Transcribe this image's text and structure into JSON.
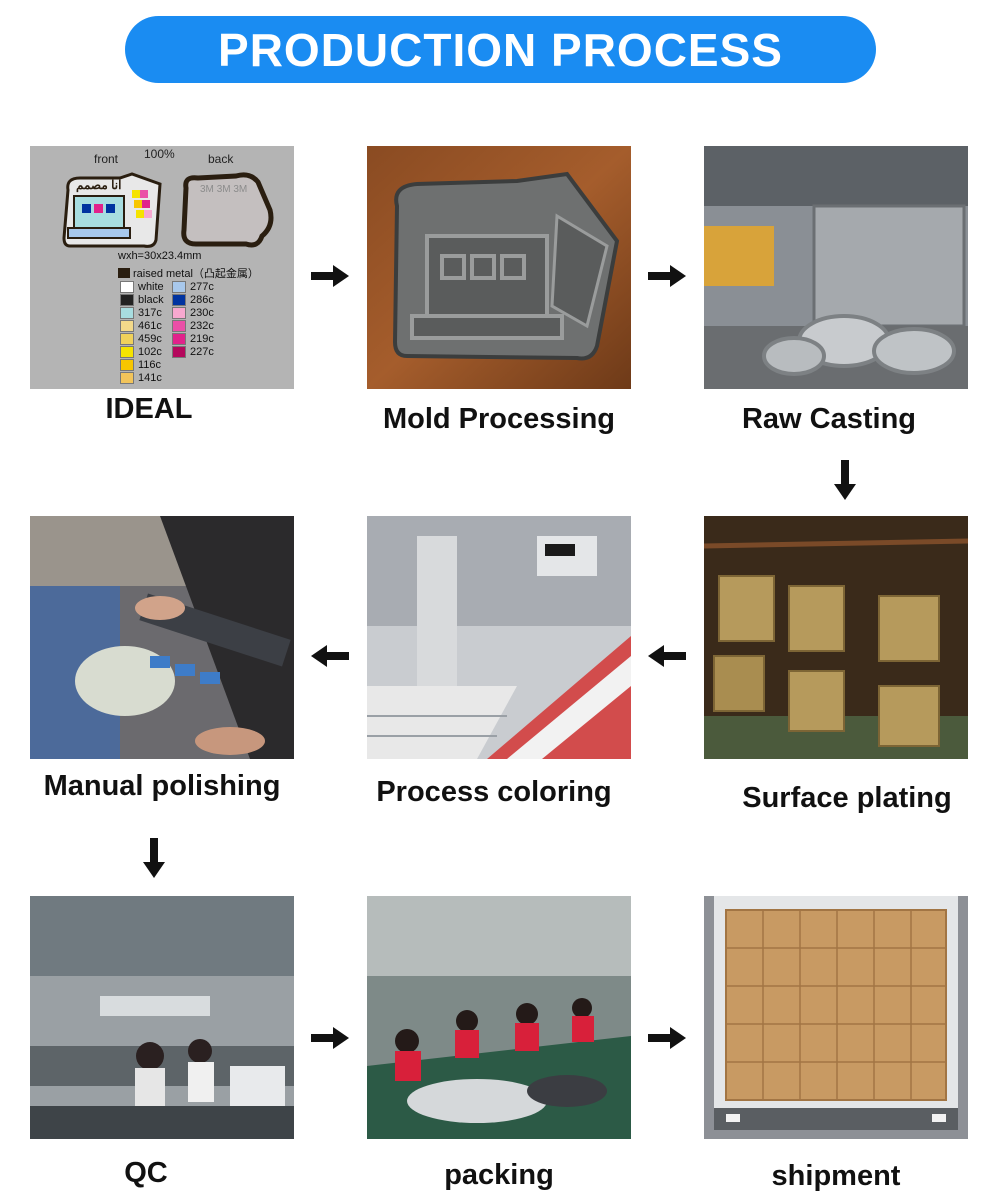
{
  "title": "PRODUCTION PROCESS",
  "steps": [
    {
      "label": "IDEAL"
    },
    {
      "label": "Mold Processing"
    },
    {
      "label": "Raw Casting"
    },
    {
      "label": "Surface plating"
    },
    {
      "label": "Process coloring"
    },
    {
      "label": "Manual polishing"
    },
    {
      "label": "QC"
    },
    {
      "label": "packing"
    },
    {
      "label": "shipment"
    }
  ],
  "design_sheet": {
    "front": "front",
    "percent": "100%",
    "back": "back",
    "brand_text": "أنا مصمم",
    "size": "wxh=30x23.4mm",
    "raised_metal": "raised metal（凸起金属）",
    "colors_left": [
      {
        "name": "white",
        "hex": "#ffffff"
      },
      {
        "name": "black",
        "hex": "#222222"
      },
      {
        "name": "317c",
        "hex": "#a8dde0"
      },
      {
        "name": "461c",
        "hex": "#f3d98a"
      },
      {
        "name": "459c",
        "hex": "#f0d15a"
      },
      {
        "name": "102c",
        "hex": "#f5e300"
      },
      {
        "name": "116c",
        "hex": "#f7c600"
      },
      {
        "name": "141c",
        "hex": "#f2c45a"
      }
    ],
    "colors_right": [
      {
        "name": "277c",
        "hex": "#a8c8ec"
      },
      {
        "name": "286c",
        "hex": "#0033a0"
      },
      {
        "name": "230c",
        "hex": "#f7a8cf"
      },
      {
        "name": "232c",
        "hex": "#ea4fa7"
      },
      {
        "name": "219c",
        "hex": "#e1228b"
      },
      {
        "name": "227c",
        "hex": "#b4085c"
      }
    ],
    "stamp_text": "3M"
  },
  "colors": {
    "title_bg": "#1a8cf2",
    "arrow": "#111111"
  }
}
